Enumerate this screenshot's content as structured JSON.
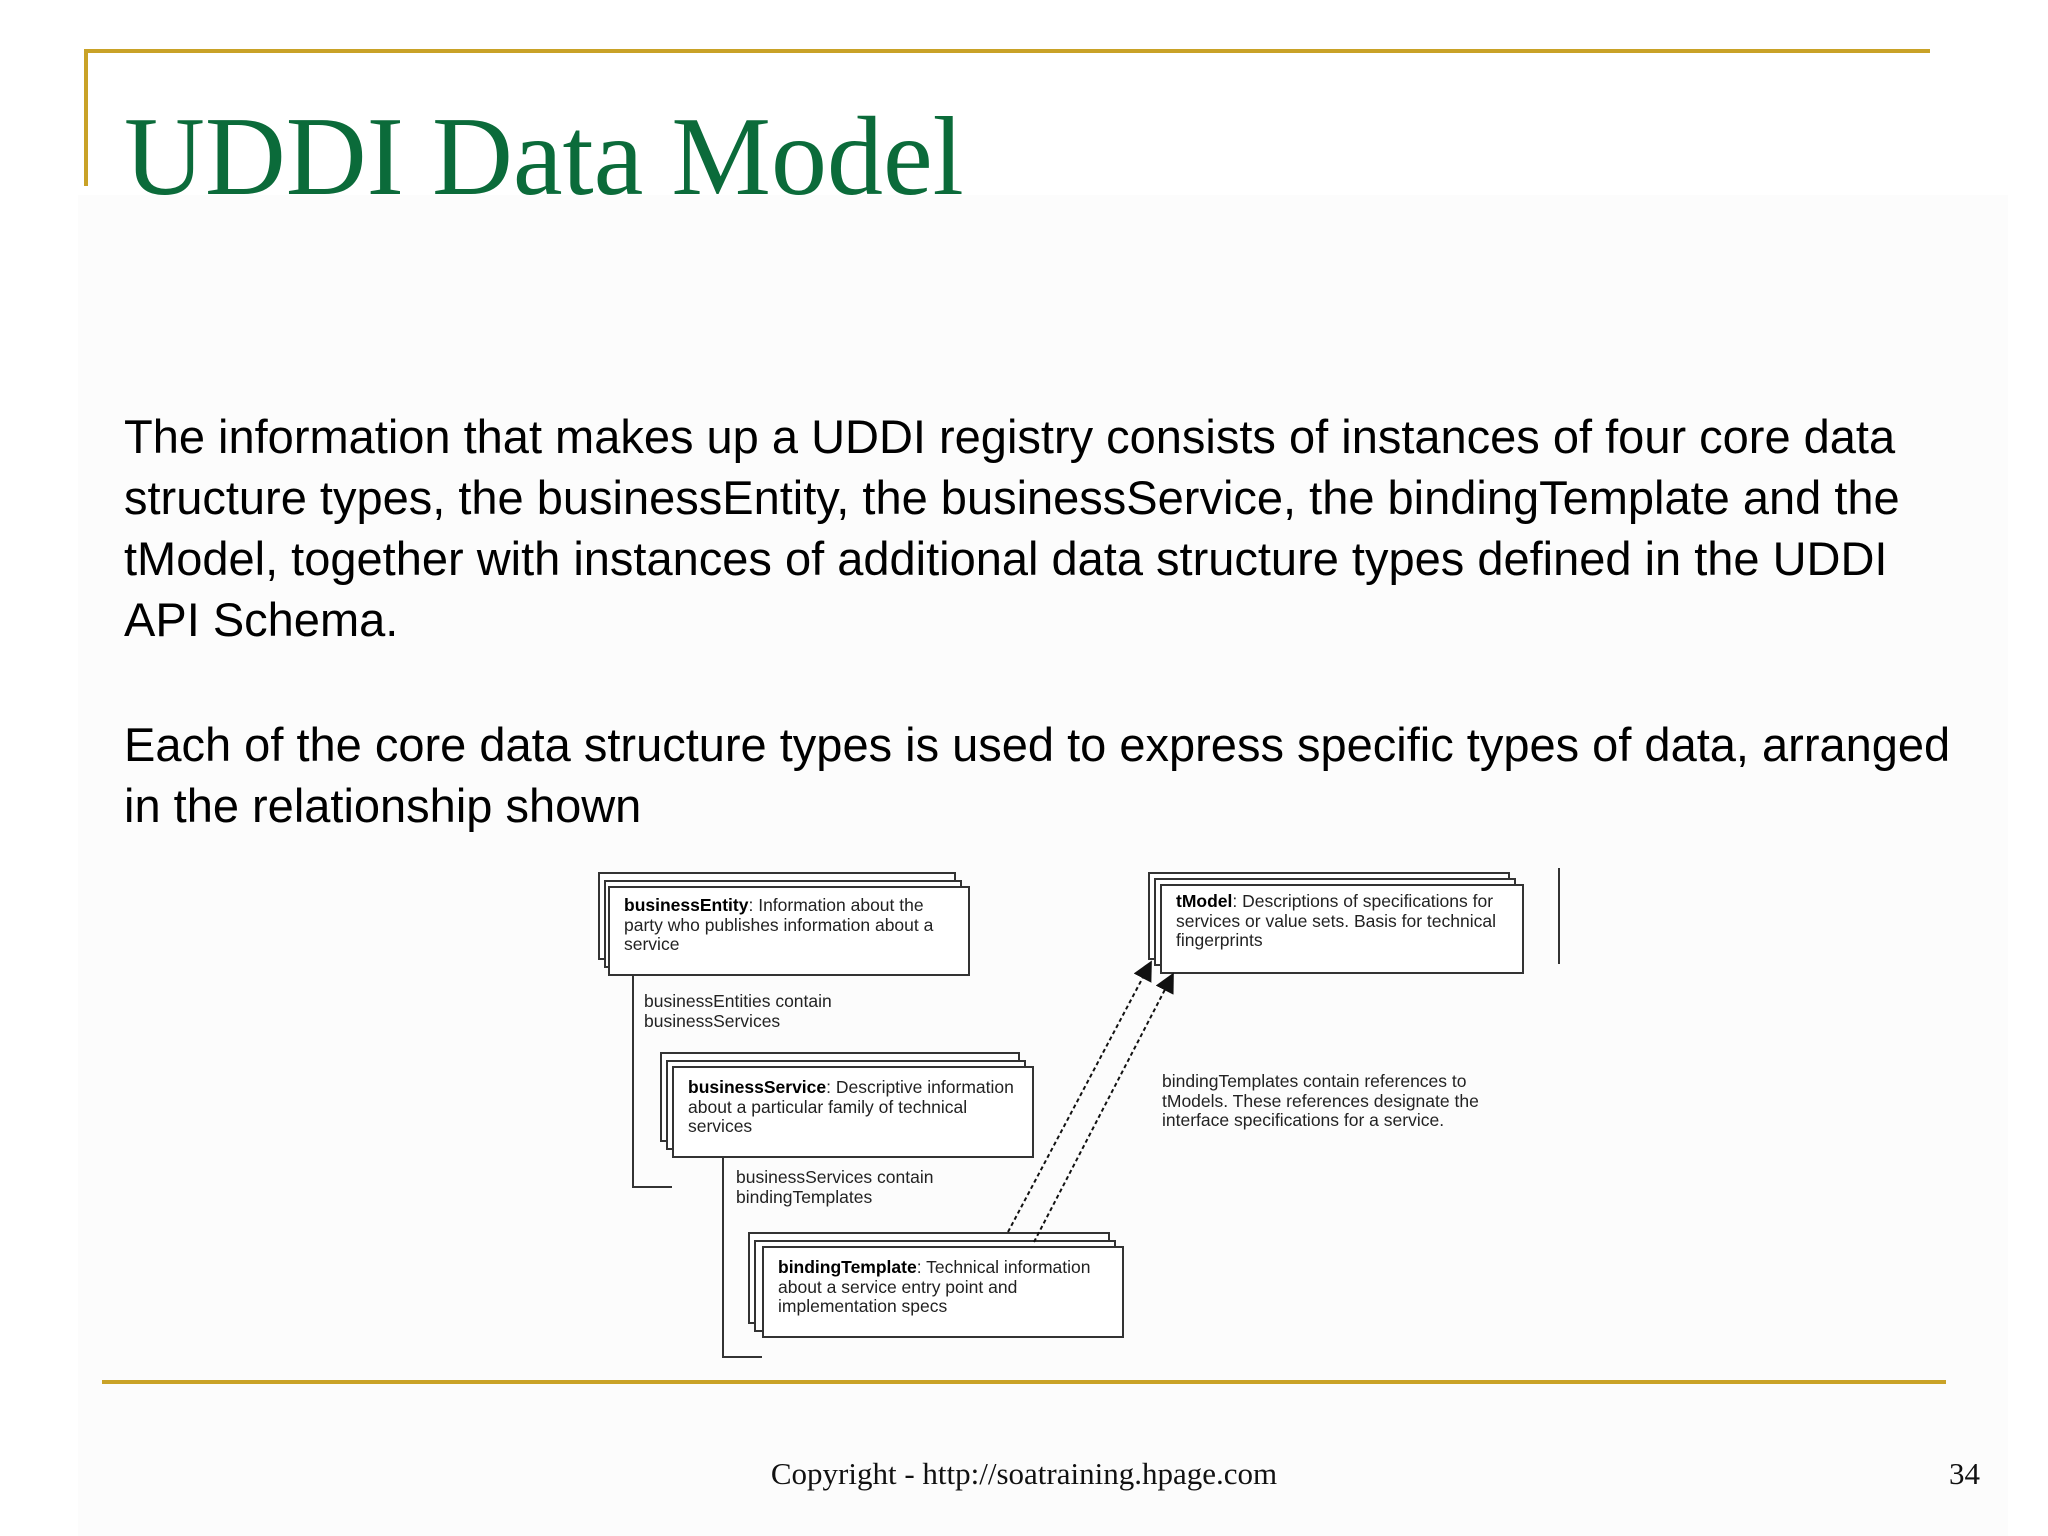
{
  "slide": {
    "title": "UDDI Data Model",
    "paragraph1": "The information that makes up a UDDI registry consists of instances of four core data structure types, the businessEntity, the businessService, the bindingTemplate and the tModel, together with instances of additional data structure types defined in the UDDI API Schema.",
    "paragraph2": "Each of the core data structure types is used to express specific types of data, arranged in the relationship shown",
    "footer": "Copyright - http://soatraining.hpage.com",
    "page_number": "34"
  },
  "diagram": {
    "business_entity": {
      "name": "businessEntity",
      "description": ": Information about the party who publishes information about a service"
    },
    "business_service": {
      "name": "businessService",
      "description": ": Descriptive information about a particular family of technical services"
    },
    "binding_template": {
      "name": "bindingTemplate",
      "description": ": Technical information about a service entry point and implementation specs"
    },
    "tmodel": {
      "name": "tModel",
      "description": ": Descriptions of specifications for services or value sets. Basis for technical fingerprints"
    },
    "note_entities": "businessEntities contain businessServices",
    "note_services": "businessServices contain bindingTemplates",
    "note_templates": "bindingTemplates contain references to tModels. These references designate the interface specifications for a service."
  }
}
